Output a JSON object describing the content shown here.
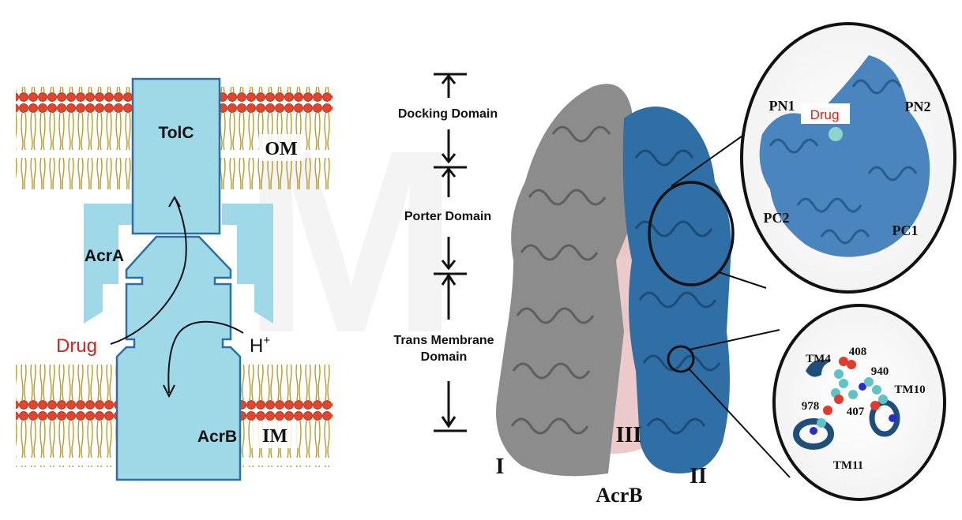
{
  "left_panel": {
    "tolc": "TolC",
    "om": "OM",
    "acra": "AcrA",
    "drug": "Drug",
    "proton": "H",
    "proton_sup": "+",
    "acrb": "AcrB",
    "im": "IM"
  },
  "domains": {
    "docking": "Docking Domain",
    "porter": "Porter Domain",
    "tm_line1": "Trans Membrane",
    "tm_line2": "Domain"
  },
  "protein": {
    "label_i": "I",
    "label_ii": "II",
    "label_iii": "III",
    "name": "AcrB"
  },
  "porter_zoom": {
    "pn1": "PN1",
    "pn2": "PN2",
    "drug": "Drug",
    "pc1": "PC1",
    "pc2": "PC2"
  },
  "tm_zoom": {
    "tm4": "TM4",
    "tm10": "TM10",
    "tm11": "TM11",
    "r408": "408",
    "r940": "940",
    "r407": "407",
    "r978": "978"
  },
  "colors": {
    "channel": "#9fd9e8",
    "channel_stroke": "#2e6fa3",
    "lipid_head": "#e2452b",
    "lipid_tail": "#b89b2e",
    "grey_monomer": "#8c8c8c",
    "blue_monomer": "#2f6fa6",
    "pink_monomer": "#e7b8b8",
    "drug_text": "#e0201b"
  }
}
